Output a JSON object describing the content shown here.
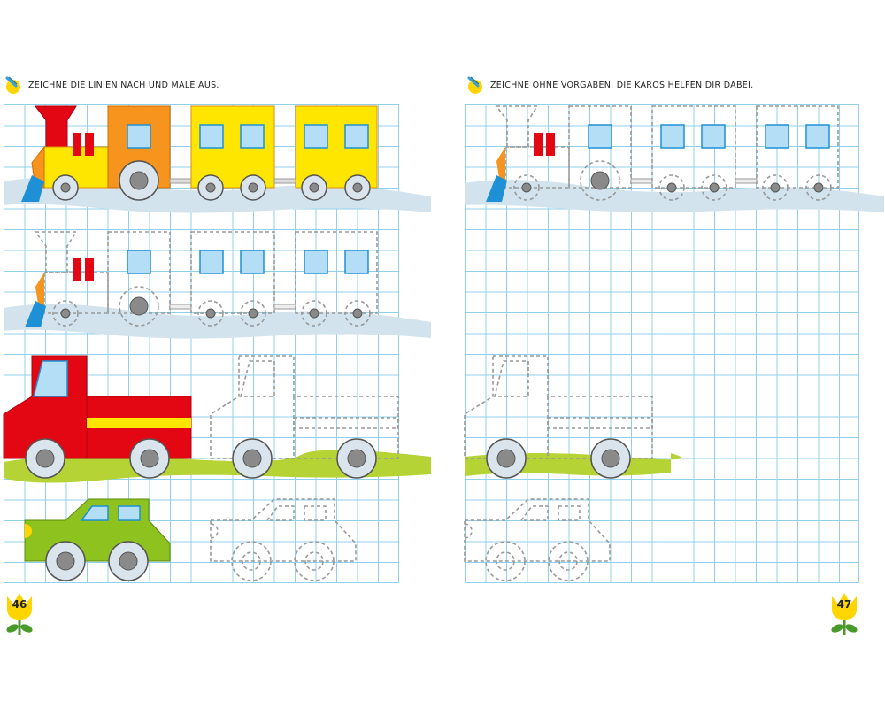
{
  "left_page": {
    "instruction": "ZEICHNE DIE LINIEN NACH UND MALE AUS.",
    "page_number": "46"
  },
  "right_page": {
    "instruction": "ZEICHNE OHNE VORGABEN. DIE KAROS HELFEN DIR DABEI.",
    "page_number": "47"
  },
  "colors": {
    "grid_line": "#8fd0ea",
    "train_yellow": "#ffe600",
    "train_orange": "#f7941d",
    "red": "#e30613",
    "window_blue": "#b3def5",
    "green_car": "#8dc21f",
    "grass": "#b5d335",
    "water": "#d3e3ee",
    "wheel_gray": "#8a8a8a",
    "flower_yellow": "#ffd500"
  },
  "icons": {
    "instruction": "pencil-icon",
    "page_number": "flower-icon"
  }
}
